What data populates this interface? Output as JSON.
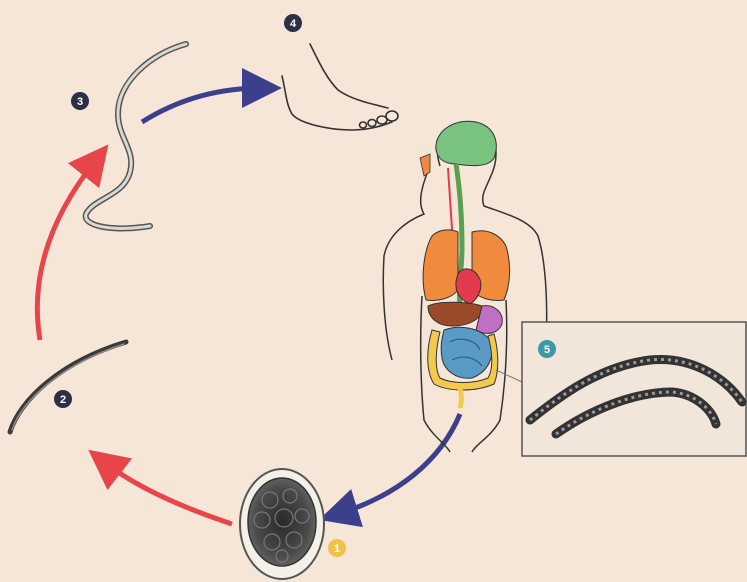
{
  "colors": {
    "background": "#f6e6d8",
    "arrow_red": "#e8454a",
    "arrow_blue": "#3b3f8c",
    "stage_badge_dark": "#2b2f48",
    "stage_badge_teal": "#3b9aa6",
    "stage_badge_yellow": "#f1c24a",
    "brain": "#79c27f",
    "lungs": "#f08a3c",
    "heart": "#e23b4b",
    "liver": "#9b4a2a",
    "stomach": "#bf6fc4",
    "small_intestine": "#5a9bc5",
    "large_intestine": "#f2c94c",
    "esophagus": "#59a14f"
  },
  "stages": [
    {
      "id": 1,
      "label": "1",
      "description_icon": "egg-icon"
    },
    {
      "id": 2,
      "label": "2",
      "description_icon": "larva-icon"
    },
    {
      "id": 3,
      "label": "3",
      "description_icon": "filariform-larva-icon"
    },
    {
      "id": 4,
      "label": "4",
      "description_icon": "foot-icon"
    },
    {
      "id": 5,
      "label": "5",
      "description_icon": "adult-worms-icon"
    }
  ]
}
